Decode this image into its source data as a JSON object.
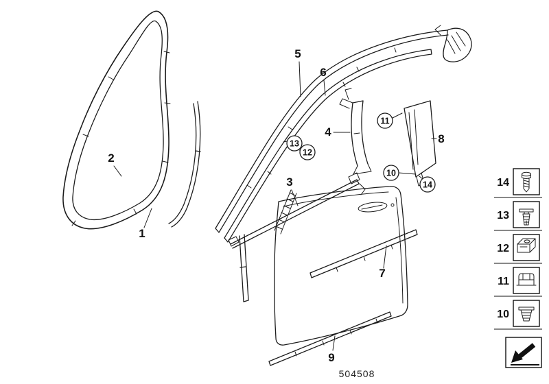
{
  "diagram": {
    "code": "504508",
    "callouts": {
      "c1": "1",
      "c2": "2",
      "c3": "3",
      "c4": "4",
      "c5": "5",
      "c6": "6",
      "c7": "7",
      "c8": "8",
      "c9": "9",
      "c10": "10",
      "c11": "11",
      "c12": "12",
      "c13": "13",
      "c14": "14"
    }
  },
  "legend": {
    "items": [
      {
        "label": "14",
        "icon": "screw-icon"
      },
      {
        "label": "13",
        "icon": "expanding-rivet-icon"
      },
      {
        "label": "12",
        "icon": "cage-nut-icon"
      },
      {
        "label": "11",
        "icon": "spring-clip-icon"
      },
      {
        "label": "10",
        "icon": "grommet-icon"
      }
    ]
  },
  "colors": {
    "line": "#1c1c1c",
    "background": "#ffffff"
  }
}
